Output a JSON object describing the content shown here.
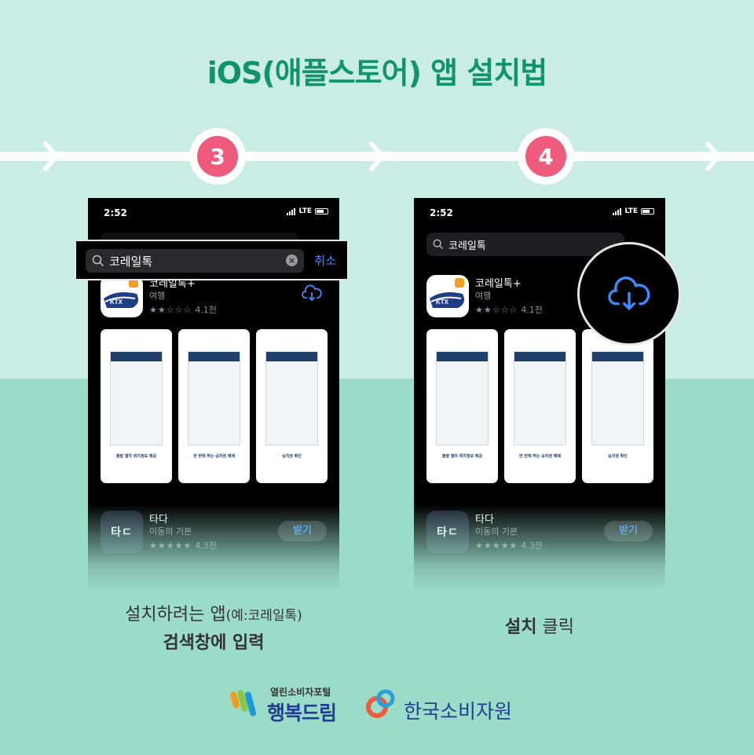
{
  "title": "iOS(애플스토어) 앱 설치법",
  "steps": [
    "3",
    "4"
  ],
  "status": {
    "time": "2:52",
    "network": "LTE"
  },
  "search": {
    "query": "코레일톡",
    "cancel_label": "취소"
  },
  "apps": [
    {
      "name": "코레일톡+",
      "category": "여행",
      "stars": "★★☆☆☆",
      "rating_count": "4.1천",
      "icon_text": "KTX"
    },
    {
      "name": "타다",
      "category": "이동의 기본",
      "stars": "★★★★★",
      "rating_count": "4.3천",
      "get_label": "받기",
      "icon_text": "타ㄷ"
    }
  ],
  "screenshots": [
    {
      "caption": "출발 열차 위치정보 제공",
      "sub": ""
    },
    {
      "caption": "한 번에 하는 승차권 예매",
      "sub": ""
    },
    {
      "caption": "승차권 확인",
      "sub": ""
    }
  ],
  "captions": {
    "step3_line1": "설치하려는 앱",
    "step3_example": "(예:코레일톡)",
    "step3_line2": "검색창에 입력",
    "step4_bold": "설치",
    "step4_rest": " 클릭"
  },
  "logos": {
    "logo1_sub": "열린소비자포털",
    "logo1_main": "행복드림",
    "logo2": "한국소비자원"
  },
  "colors": {
    "accent": "#11946b",
    "badge": "#ee5b7c",
    "link": "#3f8cff",
    "brand": "#243e8f"
  }
}
